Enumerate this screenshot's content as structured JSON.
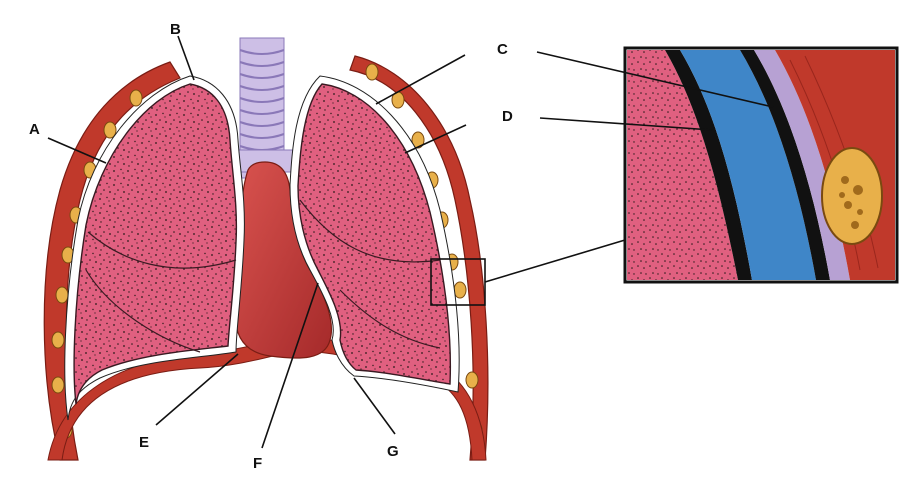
{
  "labels": {
    "A": "A",
    "B": "B",
    "C": "C",
    "D": "D",
    "E": "E",
    "F": "F",
    "G": "G"
  },
  "colors": {
    "lung": "#e06080",
    "lung_speckle": "#2a1a1a",
    "pleura": "#ffffff",
    "pleural_cavity": "#3f86c8",
    "rib_muscle": "#c0392b",
    "rib_bone": "#e8b04a",
    "heart": "#c0392b",
    "trachea": "#b7a6d6",
    "parietal_layer": "#b7a1d3"
  }
}
